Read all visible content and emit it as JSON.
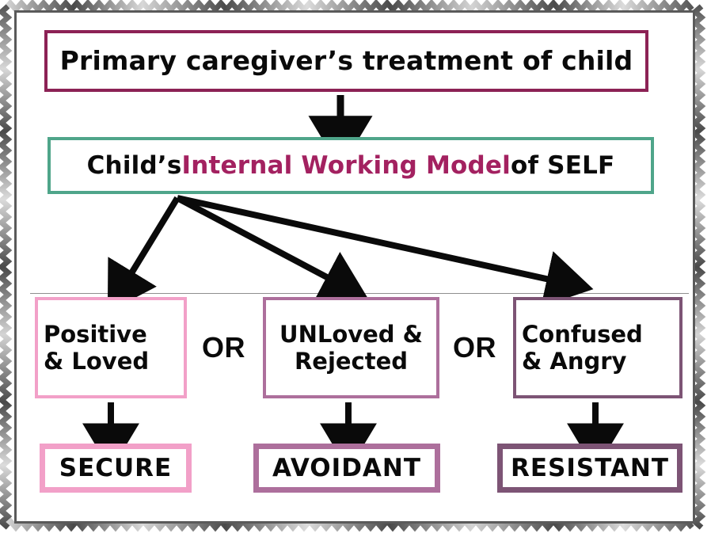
{
  "diagram": {
    "title_box": {
      "text": "Primary caregiver’s treatment of child",
      "border_color": "#8c2255"
    },
    "model_box": {
      "prefix": "Child’s ",
      "accent": "Internal Working Model",
      "suffix": " of SELF",
      "border_color": "#4fa58a",
      "accent_color": "#a32160"
    },
    "branches": [
      {
        "state_line1": "Positive",
        "state_line2": "& Loved",
        "outcome": "SECURE",
        "border_color": "#f2a0c8"
      },
      {
        "state_line1": "UNLoved &",
        "state_line2": "Rejected",
        "outcome": "AVOIDANT",
        "border_color": "#ad6f9c"
      },
      {
        "state_line1": "Confused",
        "state_line2": "& Angry",
        "outcome": "RESISTANT",
        "border_color": "#7d5475"
      }
    ],
    "conjunctions": [
      "OR",
      "OR"
    ],
    "frame": {
      "style": "zigzag-deckle-border",
      "color_dark": "#4a4a4a",
      "color_light": "#d8d8d8",
      "inner_rule_color": "#5a5a5a"
    }
  }
}
